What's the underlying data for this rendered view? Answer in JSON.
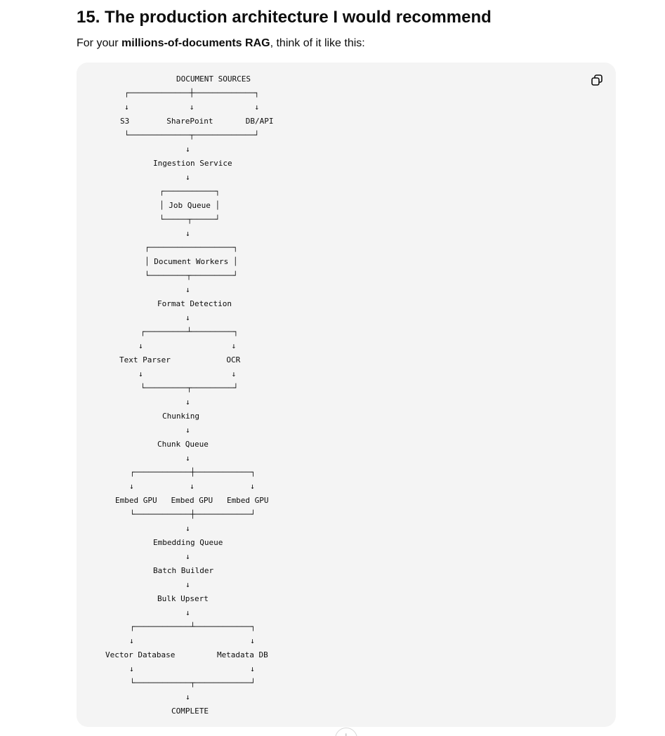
{
  "section": {
    "heading": "15. The production architecture I would recommend",
    "intro_prefix": "For your ",
    "intro_bold": "millions-of-documents RAG",
    "intro_suffix": ", think of it like this:"
  },
  "code_block": {
    "copy_icon": "copy-icon",
    "lines": [
      "DOCUMENT SOURCES",
      "┌─────────────┼─────────────┐",
      "↓             ↓             ↓",
      "S3        SharePoint       DB/API",
      "└─────────────┬─────────────┘",
      "↓",
      "Ingestion Service",
      "↓",
      "┌───────────┐",
      "│ Job Queue │",
      "└─────┬─────┘",
      "↓",
      "┌──────────────────┐",
      "│ Document Workers │",
      "└────────┬─────────┘",
      "↓",
      "Format Detection",
      "↓",
      "┌─────────┴─────────┐",
      "↓                   ↓",
      "Text Parser            OCR",
      "↓                   ↓",
      "└─────────┬─────────┘",
      "↓",
      "Chunking",
      "↓",
      "Chunk Queue",
      "↓",
      "┌────────────┼────────────┐",
      "↓            ↓            ↓",
      "Embed GPU   Embed GPU   Embed GPU",
      "└────────────┼────────────┘",
      "↓",
      "Embedding Queue",
      "↓",
      "Batch Builder",
      "↓",
      "Bulk Upsert",
      "↓",
      "┌────────────┴────────────┐",
      "↓                         ↓",
      "Vector Database         Metadata DB",
      "↓                         ↓",
      "└────────────┬────────────┘",
      "↓",
      "COMPLETE"
    ]
  }
}
